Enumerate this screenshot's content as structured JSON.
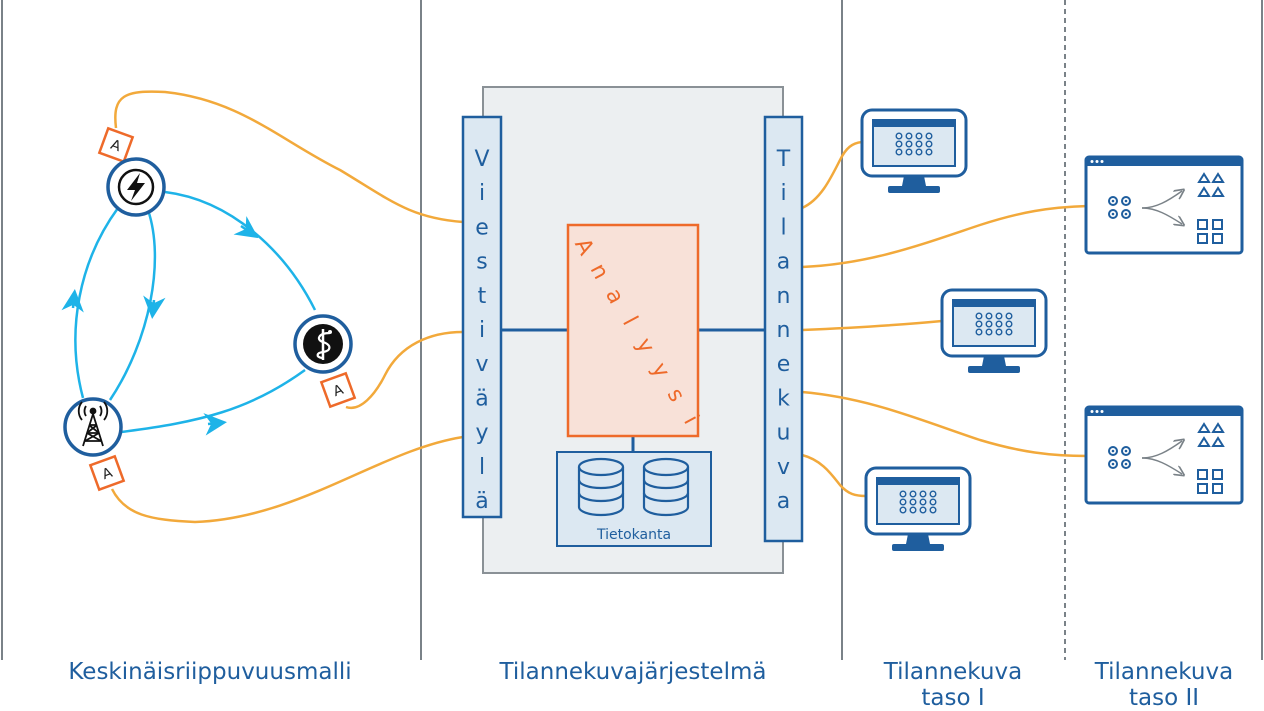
{
  "sections": {
    "model": "Keskinäisriippuvuusmalli",
    "system": "Tilannekuvajärjestelmä",
    "level1": {
      "line1": "Tilannekuva",
      "line2": "taso I"
    },
    "level2": {
      "line1": "Tilannekuva",
      "line2": "taso II"
    }
  },
  "bus_left": {
    "label": "Viestiväylä",
    "letters": [
      "V",
      "i",
      "e",
      "s",
      "t",
      "i",
      "v",
      "ä",
      "y",
      "l",
      "ä"
    ]
  },
  "bus_right": {
    "label": "Tilannekuva",
    "letters": [
      "T",
      "i",
      "l",
      "a",
      "n",
      "n",
      "e",
      "k",
      "u",
      "v",
      "a"
    ]
  },
  "analysis": {
    "label": "Analyysi",
    "letters": [
      "A",
      "n",
      "a",
      "l",
      "y",
      "y",
      "s",
      "i"
    ]
  },
  "database": {
    "label": "Tietokanta"
  },
  "agent_label": "A",
  "icons": [
    "lightning-icon",
    "medical-caduceus-icon",
    "radio-tower-icon",
    "database-icon",
    "monitor-icon",
    "dashboard-window-icon"
  ],
  "colors": {
    "blue": "#1f5e9e",
    "cyan": "#1eb3e8",
    "orange_line": "#f2a93b",
    "orange_box": "#ee6a2a",
    "analysis_fill": "#f8e1d8",
    "system_fill": "#eceff1",
    "divider": "#7a8288"
  }
}
